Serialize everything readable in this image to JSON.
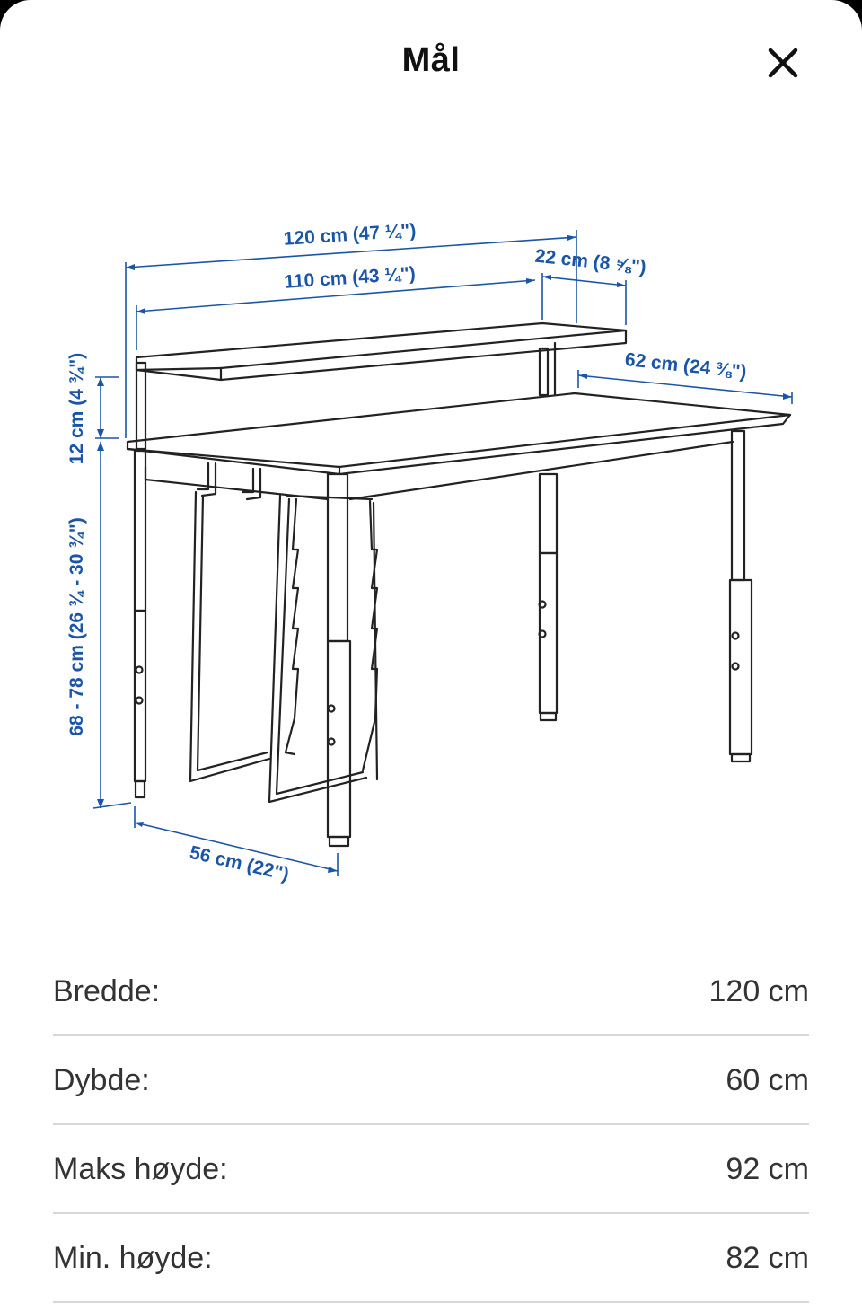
{
  "header": {
    "title": "Mål",
    "close_icon": "close-icon"
  },
  "diagram": {
    "dimensions": {
      "total_width": "120 cm (47 ¼\")",
      "top_shelf_width": "110 cm (43 ¼\")",
      "shelf_depth": "22 cm (8 ⅝\")",
      "desk_depth": "62 cm (24 ⅜\")",
      "shelf_height": "12 cm (4 ¾\")",
      "desk_height": "68 - 78 cm (26 ¾ - 30 ¾\")",
      "leg_depth": "56 cm (22\")"
    },
    "colors": {
      "dimension": "#1a55a8",
      "lines": "#222222"
    }
  },
  "specs": [
    {
      "label": "Bredde:",
      "value": "120 cm"
    },
    {
      "label": "Dybde:",
      "value": "60 cm"
    },
    {
      "label": "Maks høyde:",
      "value": "92 cm"
    },
    {
      "label": "Min. høyde:",
      "value": "82 cm"
    }
  ]
}
